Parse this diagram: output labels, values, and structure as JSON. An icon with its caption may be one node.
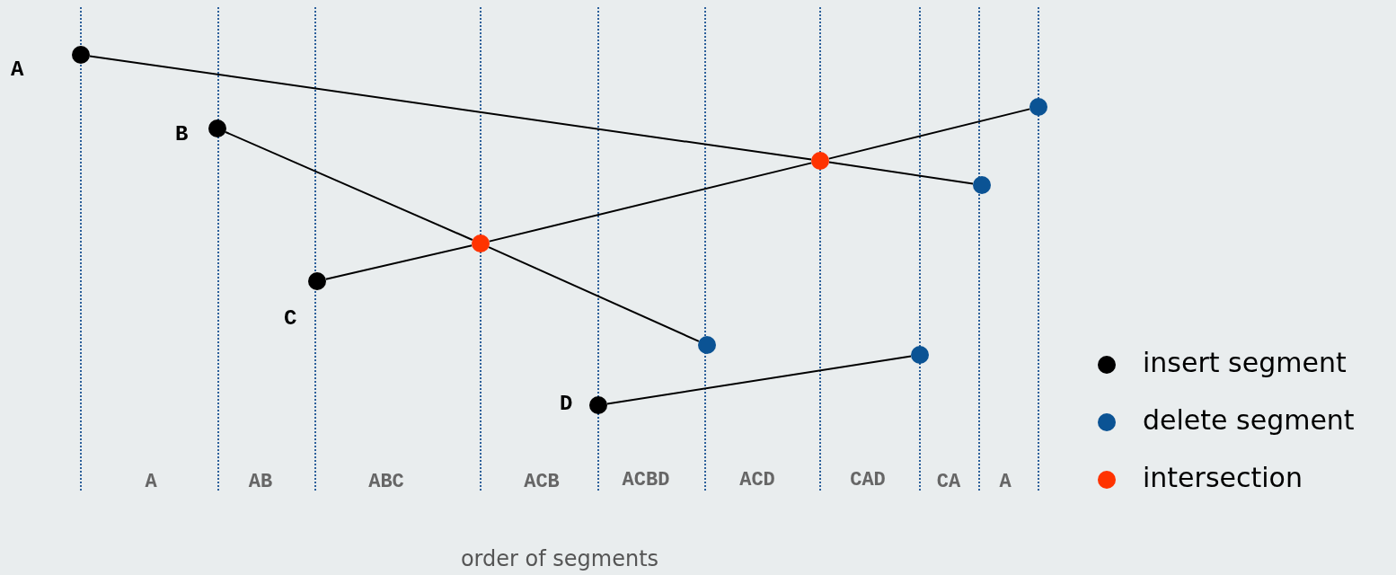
{
  "diagram": {
    "nodes": [
      {
        "text": [],
        "shape": "circle",
        "beside": [
          "A"
        ]
      },
      {
        "text": [],
        "shape": "circle",
        "beside": [
          "B"
        ]
      },
      {
        "text": [],
        "shape": "circle",
        "beside": [
          "C"
        ]
      },
      {
        "text": [],
        "shape": "circle"
      },
      {
        "text": [],
        "shape": "circle",
        "beside": [
          "D"
        ]
      },
      {
        "text": [],
        "shape": "circle"
      },
      {
        "text": [],
        "shape": "circle"
      },
      {
        "text": [],
        "shape": "circle"
      },
      {
        "text": [],
        "shape": "circle"
      },
      {
        "text": [],
        "shape": "circle"
      }
    ],
    "edges": [
      {
        "from": 0,
        "to": 6,
        "arrow": "none"
      },
      {
        "from": 6,
        "to": 8,
        "arrow": "none"
      },
      {
        "from": 1,
        "to": 3,
        "arrow": "none"
      },
      {
        "from": 3,
        "to": 5,
        "arrow": "none"
      },
      {
        "from": 2,
        "to": 3,
        "arrow": "none"
      },
      {
        "from": 3,
        "to": 6,
        "arrow": "none"
      },
      {
        "from": 6,
        "to": 9,
        "arrow": "none"
      },
      {
        "from": 4,
        "to": 7,
        "arrow": "none"
      }
    ],
    "labels": [
      "A",
      "AB",
      "ABC",
      "ACB",
      "ACBD",
      "ACD",
      "CAD",
      "CA",
      "A",
      "order of segments"
    ],
    "legend": [
      {
        "text": "insert segment",
        "color": "#000000"
      },
      {
        "text": "delete segment",
        "color": "#0b5394"
      },
      {
        "text": "intersection",
        "color": "#ff3300"
      }
    ]
  }
}
